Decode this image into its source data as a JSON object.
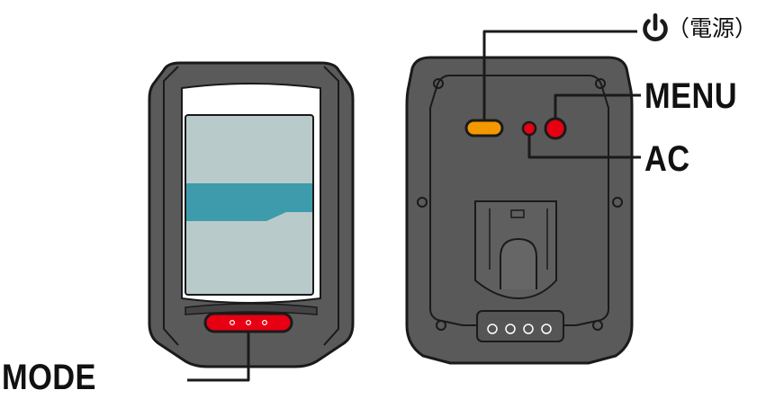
{
  "labels": {
    "mode": "MODE",
    "power": "（電源）",
    "menu": "MENU",
    "ac": "AC"
  },
  "icons": {
    "power": "power-icon"
  },
  "colors": {
    "body": "#5a5a5a",
    "body_edge": "#1a1a1a",
    "screen_bg": "#b9cacb",
    "screen_band": "#3d9bab",
    "mode_button": "#e60012",
    "power_button": "#f39800",
    "menu_button": "#e60012",
    "ac_button": "#e60012",
    "leader_line": "#1a1a1a"
  }
}
